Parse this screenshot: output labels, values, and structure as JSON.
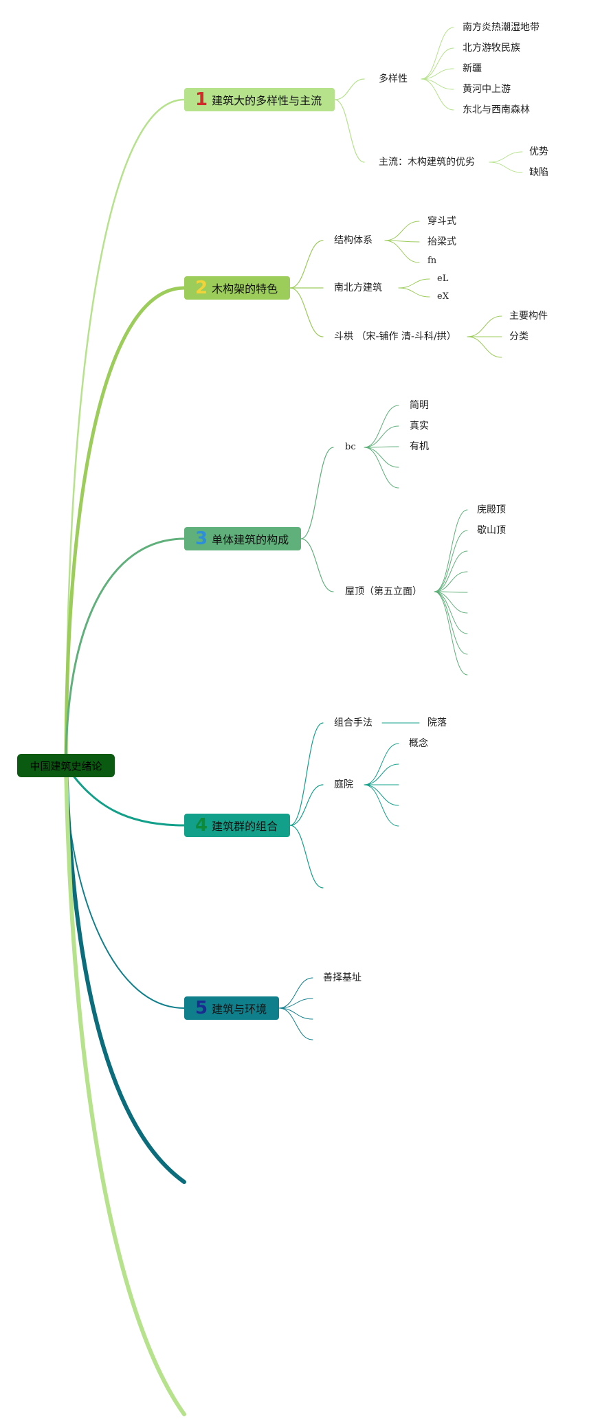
{
  "root": {
    "label": "中国建筑史绪论"
  },
  "colors": {
    "root_bg": "#0b5a12",
    "t1_bg": "#b5e28b",
    "t1_num": "#d22b2b",
    "t2_bg": "#9ccc5a",
    "t2_num": "#f2d33a",
    "t3_bg": "#5fb07a",
    "t3_num": "#2e8fd8",
    "t4_bg": "#13a08a",
    "t4_num": "#0f8a3a",
    "t5_bg": "#0f7f8c",
    "t5_num": "#1a2c8f"
  },
  "topics": [
    {
      "num": "1",
      "label": "建筑大的多样性与主流"
    },
    {
      "num": "2",
      "label": "木构架的特色"
    },
    {
      "num": "3",
      "label": "单体建筑的构成"
    },
    {
      "num": "4",
      "label": "建筑群的组合"
    },
    {
      "num": "5",
      "label": "建筑与环境"
    }
  ],
  "t1": {
    "diversity": "多样性",
    "diversity_items": [
      "南方炎热潮湿地带",
      "北方游牧民族",
      "新疆",
      "黄河中上游",
      "东北与西南森林"
    ],
    "mainstream": "主流：木构建筑的优劣",
    "mainstream_items": [
      "优势",
      "缺陷"
    ]
  },
  "t2": {
    "structure": "结构体系",
    "structure_items": [
      "穿斗式",
      "抬梁式",
      "fn"
    ],
    "northsouth": "南北方建筑",
    "northsouth_items": [
      "eL",
      "eX"
    ],
    "dougong": "斗栱 （宋-铺作 清-斗科/拱）",
    "dougong_items": [
      "主要构件",
      "分类"
    ]
  },
  "t3": {
    "bc": "bc",
    "bc_items": [
      "简明",
      "真实",
      "有机"
    ],
    "roof": "屋顶（第五立面）",
    "roof_items": [
      "庑殿顶",
      "歇山顶"
    ]
  },
  "t4": {
    "method": "组合手法",
    "method_item": "院落",
    "courtyard": "庭院",
    "courtyard_item": "概念"
  },
  "t5": {
    "site": "善择基址"
  }
}
